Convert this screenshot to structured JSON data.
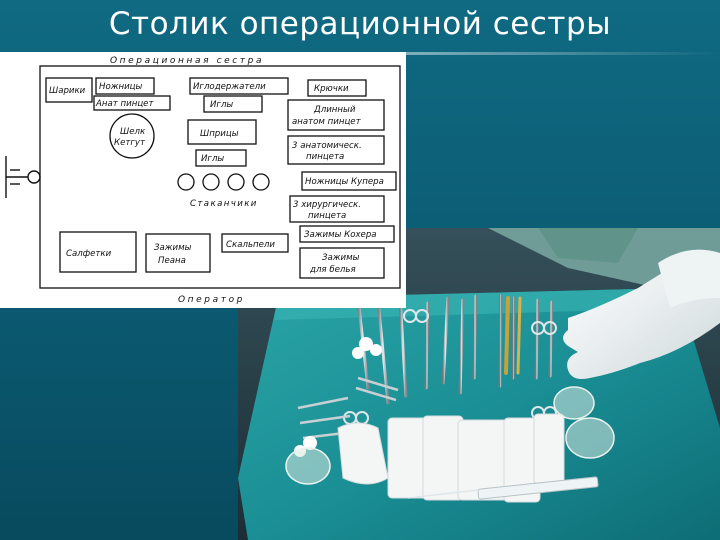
{
  "slide": {
    "title": "Столик операционной сестры"
  },
  "diagram": {
    "top_label": "Операционная сестра",
    "bottom_label": "Оператор",
    "boxes": {
      "sharik": "Шарики",
      "nozhnicy": "Ножницы",
      "igloderzhateli": "Иглодержатели",
      "kryuchki": "Крючки",
      "anat_pincet": "Анат пинцет",
      "igly_top": "Иглы",
      "dlinnyy_1": "Длинный",
      "dlinnyy_2": "анатом пинцет",
      "shelk_1": "Шелк",
      "shelk_2": "Кетгут",
      "shpricy": "Шприцы",
      "tri_anat_1": "3 анатомическ.",
      "tri_anat_2": "пинцета",
      "igly_mid": "Иглы",
      "nozhnicy_kupera": "Ножницы Купера",
      "stakanchiki": "Стаканчики",
      "tri_hir_1": "3 хирургическ.",
      "tri_hir_2": "пинцета",
      "zazhimy_kohera": "Зажимы Кохера",
      "salfetki": "Салфетки",
      "zazhimy_peana_1": "Зажимы",
      "zazhimy_peana_2": "Пеана",
      "skalpeli": "Скальпели",
      "zazhimy_belya_1": "Зажимы",
      "zazhimy_belya_2": "для белья"
    }
  },
  "colors": {
    "slide_background": "#0b5a71",
    "drape": "#1a8f95"
  },
  "icons": {
    "photo": "surgical-instrument-table-photo",
    "handle": "table-handle-icon"
  }
}
